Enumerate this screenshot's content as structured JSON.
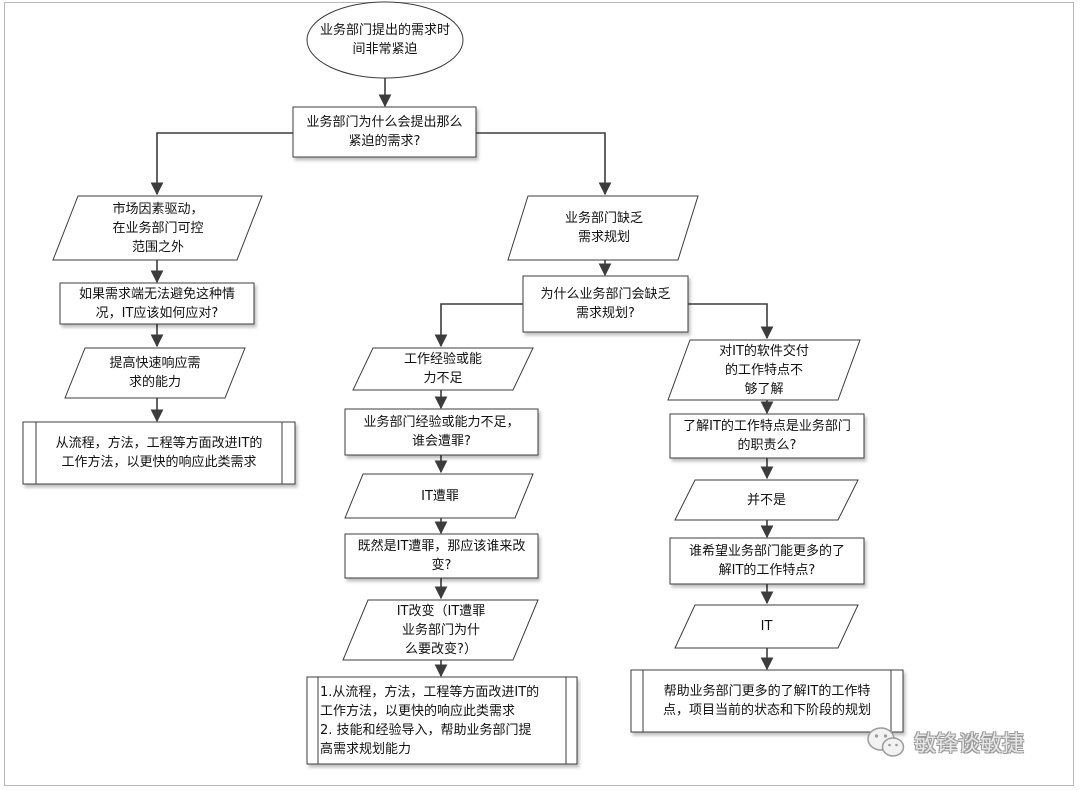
{
  "flowchart": {
    "start": {
      "text": "业务部门提出的需求时\n间非常紧迫"
    },
    "q_why_urgent": {
      "text": "业务部门为什么会提出那么\n紧迫的需求?"
    },
    "left_branch": {
      "market": {
        "text": "市场因素驱动，\n在业务部门可控\n范围之外"
      },
      "q_how_respond": {
        "text": "如果需求端无法避免这种情\n况，IT应该如何应对?"
      },
      "improve_speed": {
        "text": "提高快速响应需\n求的能力"
      },
      "action": {
        "text": "从流程，方法，工程等方面改进IT的\n工作方法，以更快的响应此类需求"
      }
    },
    "right_branch": {
      "lack_planning": {
        "text": "业务部门缺乏\n需求规划"
      },
      "q_why_lack": {
        "text": "为什么业务部门会缺乏\n需求规划?"
      }
    },
    "middle_branch": {
      "lack_experience": {
        "text": "工作经验或能\n力不足"
      },
      "q_who_blame": {
        "text": "业务部门经验或能力不足，\n谁会遭罪?"
      },
      "it_suffers": {
        "text": "IT遭罪"
      },
      "q_who_change": {
        "text": "既然是IT遭罪，那应该谁来改\n变?"
      },
      "it_changes": {
        "text": "IT改变（IT遭罪\n业务部门为什\n么要改变?）"
      },
      "actions": {
        "text": "1.从流程，方法，工程等方面改进IT的\n工作方法，以更快的响应此类需求\n2. 技能和经验导入，帮助业务部门提\n高需求规划能力"
      }
    },
    "far_right_branch": {
      "not_understand": {
        "text": "对IT的软件交付\n的工作特点不\n够了解"
      },
      "q_responsibility": {
        "text": "了解IT的工作特点是业务部门\n的职责么?"
      },
      "not_really": {
        "text": "并不是"
      },
      "q_who_wants": {
        "text": "谁希望业务部门能更多的了\n解IT的工作特点?"
      },
      "it": {
        "text": "IT"
      },
      "action": {
        "text": "帮助业务部门更多的了解IT的工作特\n点，项目当前的状态和下阶段的规划"
      }
    }
  },
  "watermark": {
    "text": "敏锋谈敏捷",
    "icon": "wechat-icon"
  }
}
